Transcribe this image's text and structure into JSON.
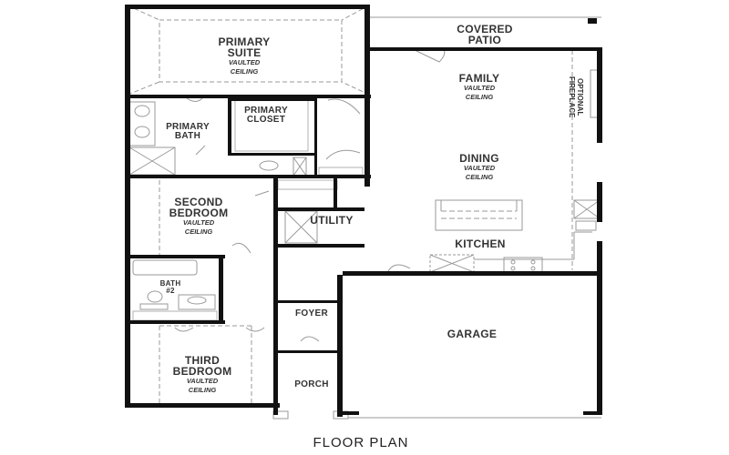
{
  "title": "FLOOR PLAN",
  "rooms": {
    "primary_suite": {
      "name": "PRIMARY SUITE",
      "line1": "PRIMARY",
      "line2": "SUITE",
      "note1": "VAULTED",
      "note2": "CEILING"
    },
    "primary_bath": {
      "line1": "PRIMARY",
      "line2": "BATH"
    },
    "primary_closet": {
      "line1": "PRIMARY",
      "line2": "CLOSET"
    },
    "covered_patio": {
      "line1": "COVERED",
      "line2": "PATIO"
    },
    "family": {
      "name": "FAMILY",
      "note1": "VAULTED",
      "note2": "CEILING"
    },
    "optional_fireplace": {
      "line1": "OPTIONAL",
      "line2": "FIREPLACE"
    },
    "dining": {
      "name": "DINING",
      "note1": "VAULTED",
      "note2": "CEILING"
    },
    "second_bedroom": {
      "line1": "SECOND",
      "line2": "BEDROOM",
      "note1": "VAULTED",
      "note2": "CEILING"
    },
    "utility": {
      "name": "UTILITY"
    },
    "kitchen": {
      "name": "KITCHEN"
    },
    "bath2": {
      "line1": "BATH",
      "line2": "#2"
    },
    "foyer": {
      "name": "FOYER"
    },
    "garage": {
      "name": "GARAGE"
    },
    "third_bedroom": {
      "line1": "THIRD",
      "line2": "BEDROOM",
      "note1": "VAULTED",
      "note2": "CEILING"
    },
    "porch": {
      "name": "PORCH"
    }
  },
  "colors": {
    "wall": "#111111",
    "thin": "#9a9a9a",
    "text": "#333333"
  }
}
